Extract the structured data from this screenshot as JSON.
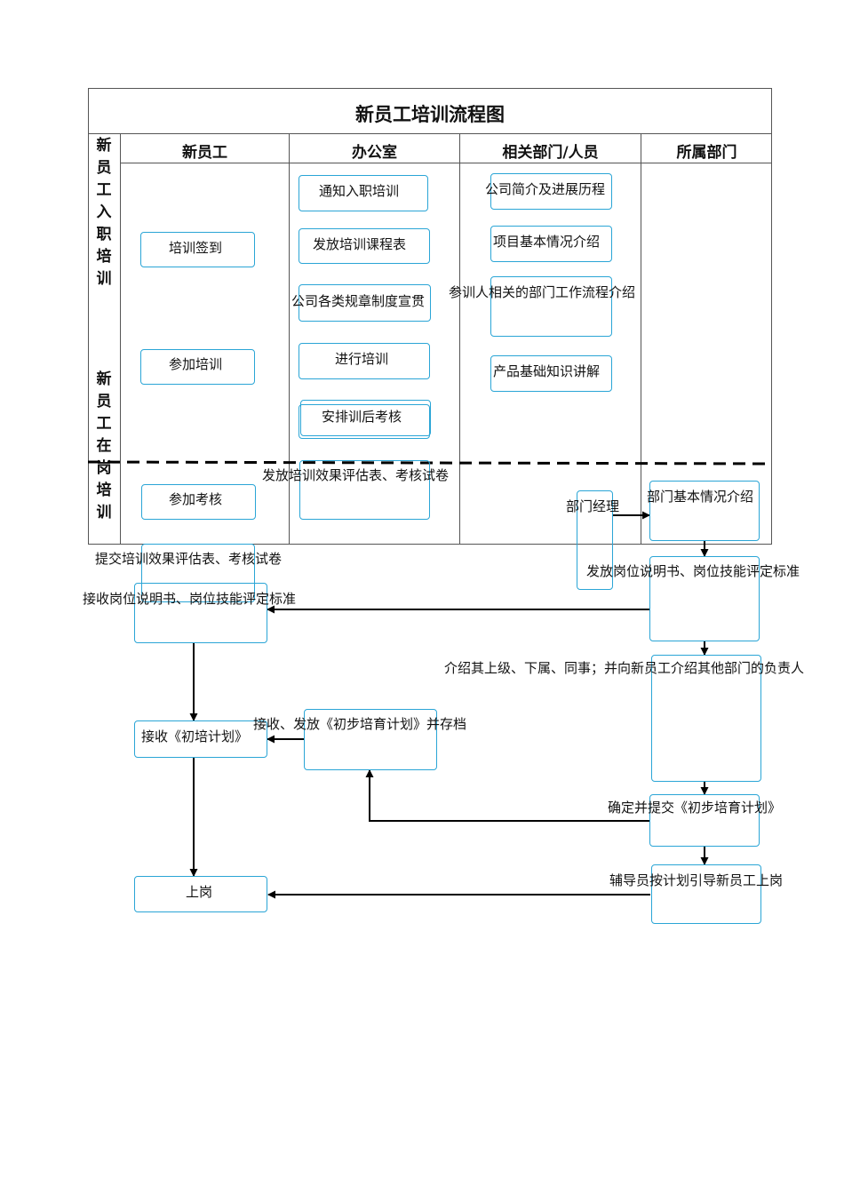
{
  "title": "新员工培训流程图",
  "columns": [
    "新员工",
    "办公室",
    "相关部门/人员",
    "所属部门"
  ],
  "phases": [
    "新员工入职培训",
    "新员工在岗培训"
  ],
  "nodes": {
    "training_signin": "培训签到",
    "attend_training": "参加培训",
    "attend_exam": "参加考核",
    "notify_training": "通知入职培训",
    "issue_schedule": "发放培训课程表",
    "rules_promotion": "公司各类规章制度宣贯",
    "conduct_training": "进行培训",
    "arrange_exam": "安排训后考核",
    "issue_eval_forms": "发放培训效果评估表、考核试卷",
    "company_intro": "公司简介及进展历程",
    "project_intro": "项目基本情况介绍",
    "dept_process_intro": "参训人相关的部门工作流程介绍",
    "product_knowledge": "产品基础知识讲解",
    "dept_manager": "部门经理",
    "dept_intro": "部门基本情况介绍",
    "submit_eval_forms": "提交培训效果评估表、考核试卷",
    "issue_job_desc": "发放岗位说明书、岗位技能评定标准",
    "receive_job_desc": "接收岗位说明书、岗位技能评定标准",
    "introduce_colleagues": "介绍其上级、下属、同事；并向新员工介绍其他部门的负责人",
    "receive_plan": "接收《初培计划》",
    "receive_issue_archive": "接收、发放《初步培育计划》并存档",
    "confirm_submit_plan": "确定并提交《初步培育计划》",
    "mentor_guide": "辅导员按计划引导新员工上岗",
    "on_duty": "上岗"
  },
  "colors": {
    "box_border": "#2aa5d6",
    "arrow": "#000000",
    "grid": "#555555"
  }
}
